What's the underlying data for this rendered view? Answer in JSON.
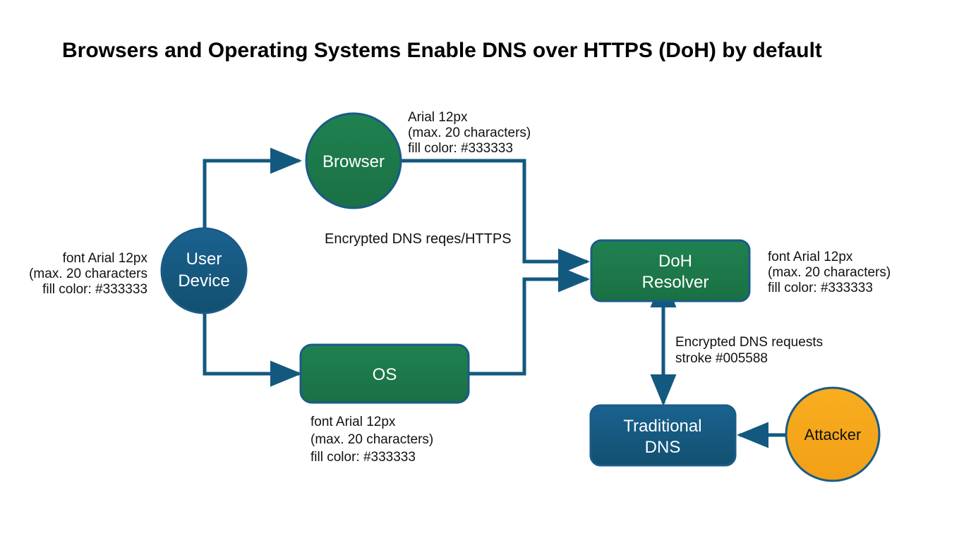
{
  "page": {
    "title": "Browsers and Operating Systems Enable DNS over HTTPS (DoH) by default",
    "background": "#ffffff"
  },
  "colors": {
    "blue_fill": "#15597f",
    "green_fill": "#1e7a4b",
    "orange_fill": "#f5a81c",
    "stroke": "#1a5b87",
    "connector": "#13597f",
    "text_light": "#ffffff",
    "text_dark": "#111111"
  },
  "nodes": [
    {
      "id": "user-device",
      "label_line1": "User",
      "label_line2": "Device",
      "shape": "circle",
      "fill": "#15597f",
      "text_color": "#ffffff"
    },
    {
      "id": "browser",
      "label_line1": "Browser",
      "label_line2": "",
      "shape": "circle",
      "fill": "#1e7a4b",
      "text_color": "#ffffff"
    },
    {
      "id": "os",
      "label_line1": "OS",
      "label_line2": "",
      "shape": "rounded-rect",
      "fill": "#1e7a4b",
      "text_color": "#ffffff"
    },
    {
      "id": "doh-resolver",
      "label_line1": "DoH",
      "label_line2": "Resolver",
      "shape": "rounded-rect",
      "fill": "#1e7a4b",
      "text_color": "#ffffff"
    },
    {
      "id": "traditional-dns",
      "label_line1": "Traditional",
      "label_line2": "DNS",
      "shape": "rounded-rect",
      "fill": "#15597f",
      "text_color": "#ffffff"
    },
    {
      "id": "attacker",
      "label_line1": "Attacker",
      "label_line2": "",
      "shape": "circle",
      "fill": "#f5a81c",
      "text_color": "#111111"
    }
  ],
  "annotations": {
    "browser_spec": {
      "line1": "Arial 12px",
      "line2": "(max. 20 characters)",
      "line3": "fill color: #333333"
    },
    "user_device_spec": {
      "line1": "font Arial 12px",
      "line2": "(max. 20 characters",
      "line3": "fill color: #333333"
    },
    "doh_spec": {
      "line1": "font Arial 12px",
      "line2": "(max. 20 characters)",
      "line3": "fill color: #333333"
    },
    "os_spec": {
      "line1": "font Arial 12px",
      "line2": "(max. 20 characters)",
      "line3": "fill color: #333333"
    },
    "dns_link_spec": {
      "line1": "Encrypted DNS requests",
      "line2": "stroke #005588"
    }
  },
  "edge_labels": {
    "encrypted_https": "Encrypted DNS reqes/HTTPS"
  }
}
